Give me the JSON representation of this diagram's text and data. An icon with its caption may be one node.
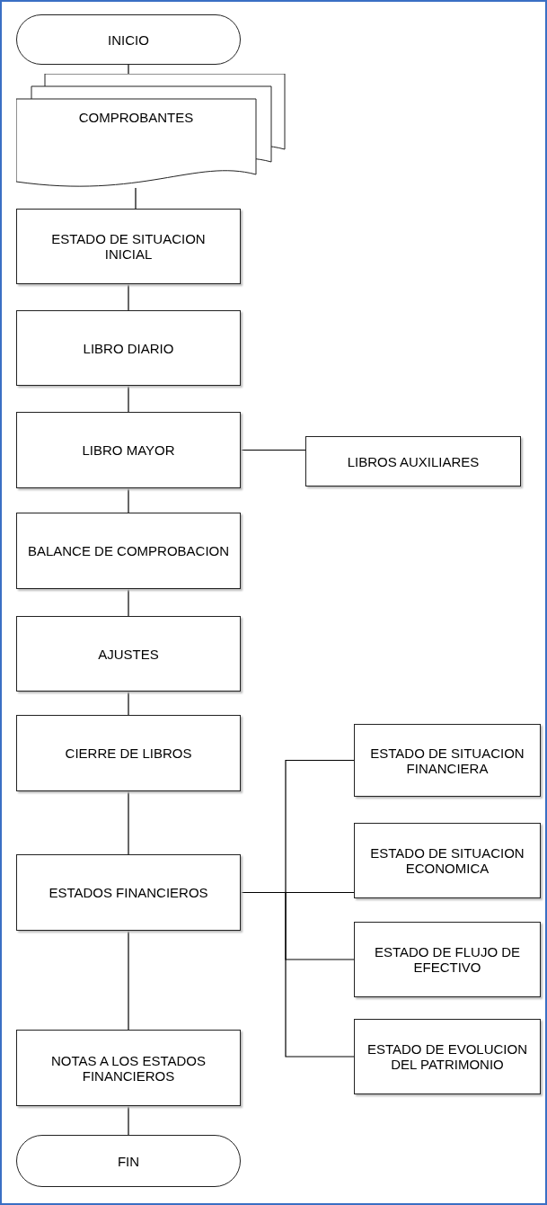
{
  "diagram": {
    "nodes": [
      {
        "text": [
          "INICIO"
        ]
      },
      {
        "text": [
          "COMPROBANTES"
        ]
      },
      {
        "text": [
          "ESTADO DE SITUACION INICIAL"
        ]
      },
      {
        "text": [
          "LIBRO DIARIO"
        ]
      },
      {
        "text": [
          "LIBRO MAYOR"
        ]
      },
      {
        "text": [
          "LIBROS AUXILIARES"
        ]
      },
      {
        "text": [
          "BALANCE DE COMPROBACION"
        ]
      },
      {
        "text": [
          "AJUSTES"
        ]
      },
      {
        "text": [
          "CIERRE DE LIBROS"
        ]
      },
      {
        "text": [
          "ESTADOS FINANCIEROS"
        ]
      },
      {
        "text": [
          "ESTADO DE SITUACION FINANCIERA"
        ]
      },
      {
        "text": [
          "ESTADO DE SITUACION ECONOMICA"
        ]
      },
      {
        "text": [
          "ESTADO DE FLUJO DE EFECTIVO"
        ]
      },
      {
        "text": [
          "ESTADO DE EVOLUCION DEL PATRIMONIO"
        ]
      },
      {
        "text": [
          "NOTAS A LOS ESTADOS FINANCIEROS"
        ]
      },
      {
        "text": [
          "FIN"
        ]
      }
    ],
    "edges": [
      {
        "from": 0,
        "to": 1,
        "arrow": "none"
      },
      {
        "from": 1,
        "to": 2,
        "arrow": "none"
      },
      {
        "from": 2,
        "to": 3,
        "arrow": "none"
      },
      {
        "from": 3,
        "to": 4,
        "arrow": "none"
      },
      {
        "from": 4,
        "to": 5,
        "arrow": "none"
      },
      {
        "from": 4,
        "to": 6,
        "arrow": "none"
      },
      {
        "from": 6,
        "to": 7,
        "arrow": "none"
      },
      {
        "from": 7,
        "to": 8,
        "arrow": "none"
      },
      {
        "from": 8,
        "to": 9,
        "arrow": "none"
      },
      {
        "from": 9,
        "to": 10,
        "arrow": "none"
      },
      {
        "from": 9,
        "to": 11,
        "arrow": "none"
      },
      {
        "from": 9,
        "to": 12,
        "arrow": "none"
      },
      {
        "from": 9,
        "to": 13,
        "arrow": "none"
      },
      {
        "from": 9,
        "to": 14,
        "arrow": "none"
      },
      {
        "from": 14,
        "to": 15,
        "arrow": "none"
      }
    ]
  }
}
